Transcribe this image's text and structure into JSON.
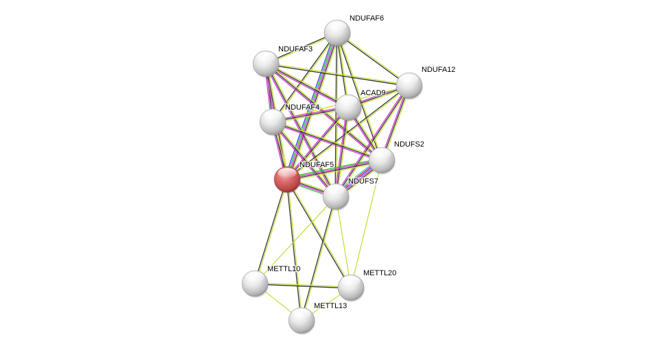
{
  "network": {
    "edge_colors": {
      "textmining": "#c7e03a",
      "coexpression": "#333333",
      "experiments": "#d62fd6",
      "databases": "#2fd6d6",
      "homology": "#3a3af0",
      "neighborhood": "#22c322",
      "fusion": "#e02020"
    },
    "node_color_default": "#e6e6e6",
    "node_color_query": "#d86f6f",
    "nodes": [
      {
        "id": "NDUFAF6",
        "label": "NDUFAF6",
        "query": false
      },
      {
        "id": "NDUFAF3",
        "label": "NDUFAF3",
        "query": false
      },
      {
        "id": "NDUFA12",
        "label": "NDUFA12",
        "query": false
      },
      {
        "id": "ACAD9",
        "label": "ACAD9",
        "query": false
      },
      {
        "id": "NDUFAF4",
        "label": "NDUFAF4",
        "query": false
      },
      {
        "id": "NDUFS2",
        "label": "NDUFS2",
        "query": false
      },
      {
        "id": "NDUFAF5",
        "label": "NDUFAF5",
        "query": true
      },
      {
        "id": "NDUFS7",
        "label": "NDUFS7",
        "query": false
      },
      {
        "id": "METTL10",
        "label": "METTL10",
        "query": false
      },
      {
        "id": "METTL20",
        "label": "METTL20",
        "query": false
      },
      {
        "id": "METTL13",
        "label": "METTL13",
        "query": false
      }
    ],
    "edges": [
      {
        "a": "NDUFAF6",
        "b": "NDUFAF3",
        "types": [
          "textmining",
          "coexpression"
        ]
      },
      {
        "a": "NDUFAF6",
        "b": "NDUFA12",
        "types": [
          "textmining",
          "coexpression"
        ]
      },
      {
        "a": "NDUFAF6",
        "b": "ACAD9",
        "types": [
          "textmining",
          "coexpression"
        ]
      },
      {
        "a": "NDUFAF6",
        "b": "NDUFAF4",
        "types": [
          "textmining",
          "coexpression"
        ]
      },
      {
        "a": "NDUFAF6",
        "b": "NDUFS2",
        "types": [
          "textmining",
          "coexpression"
        ]
      },
      {
        "a": "NDUFAF6",
        "b": "NDUFAF5",
        "types": [
          "textmining",
          "coexpression",
          "experiments",
          "neighborhood",
          "homology"
        ]
      },
      {
        "a": "NDUFAF6",
        "b": "NDUFS7",
        "types": [
          "textmining",
          "coexpression"
        ]
      },
      {
        "a": "NDUFAF3",
        "b": "NDUFA12",
        "types": [
          "textmining",
          "coexpression"
        ]
      },
      {
        "a": "NDUFAF3",
        "b": "ACAD9",
        "types": [
          "textmining",
          "coexpression",
          "experiments"
        ]
      },
      {
        "a": "NDUFAF3",
        "b": "NDUFAF4",
        "types": [
          "textmining",
          "coexpression",
          "experiments"
        ]
      },
      {
        "a": "NDUFAF3",
        "b": "NDUFS2",
        "types": [
          "textmining",
          "coexpression",
          "experiments"
        ]
      },
      {
        "a": "NDUFAF3",
        "b": "NDUFAF5",
        "types": [
          "textmining",
          "coexpression",
          "experiments"
        ]
      },
      {
        "a": "NDUFAF3",
        "b": "NDUFS7",
        "types": [
          "textmining",
          "coexpression",
          "experiments"
        ]
      },
      {
        "a": "NDUFA12",
        "b": "ACAD9",
        "types": [
          "textmining",
          "coexpression",
          "experiments"
        ]
      },
      {
        "a": "NDUFA12",
        "b": "NDUFAF4",
        "types": [
          "textmining"
        ]
      },
      {
        "a": "NDUFA12",
        "b": "NDUFS2",
        "types": [
          "textmining",
          "coexpression",
          "experiments"
        ]
      },
      {
        "a": "NDUFA12",
        "b": "NDUFAF5",
        "types": [
          "textmining",
          "coexpression"
        ]
      },
      {
        "a": "NDUFA12",
        "b": "NDUFS7",
        "types": [
          "textmining",
          "coexpression",
          "experiments"
        ]
      },
      {
        "a": "ACAD9",
        "b": "NDUFAF4",
        "types": [
          "textmining",
          "coexpression",
          "experiments"
        ]
      },
      {
        "a": "ACAD9",
        "b": "NDUFS2",
        "types": [
          "textmining",
          "coexpression",
          "experiments"
        ]
      },
      {
        "a": "ACAD9",
        "b": "NDUFAF5",
        "types": [
          "textmining",
          "coexpression",
          "experiments"
        ]
      },
      {
        "a": "ACAD9",
        "b": "NDUFS7",
        "types": [
          "textmining",
          "coexpression",
          "experiments"
        ]
      },
      {
        "a": "NDUFAF4",
        "b": "NDUFS2",
        "types": [
          "textmining",
          "coexpression",
          "experiments"
        ]
      },
      {
        "a": "NDUFAF4",
        "b": "NDUFAF5",
        "types": [
          "textmining",
          "coexpression",
          "experiments"
        ]
      },
      {
        "a": "NDUFAF4",
        "b": "NDUFS7",
        "types": [
          "textmining",
          "coexpression",
          "experiments"
        ]
      },
      {
        "a": "NDUFS2",
        "b": "NDUFAF5",
        "types": [
          "textmining",
          "coexpression",
          "experiments",
          "neighborhood"
        ]
      },
      {
        "a": "NDUFS2",
        "b": "NDUFS7",
        "types": [
          "textmining",
          "coexpression",
          "experiments",
          "homology",
          "fusion",
          "databases"
        ]
      },
      {
        "a": "NDUFS2",
        "b": "METTL20",
        "types": [
          "textmining"
        ]
      },
      {
        "a": "NDUFAF5",
        "b": "NDUFS7",
        "types": [
          "textmining",
          "coexpression",
          "experiments",
          "neighborhood"
        ]
      },
      {
        "a": "NDUFAF5",
        "b": "METTL10",
        "types": [
          "textmining",
          "coexpression"
        ]
      },
      {
        "a": "NDUFAF5",
        "b": "METTL20",
        "types": [
          "textmining",
          "coexpression"
        ]
      },
      {
        "a": "NDUFAF5",
        "b": "METTL13",
        "types": [
          "textmining",
          "coexpression"
        ]
      },
      {
        "a": "NDUFS7",
        "b": "METTL10",
        "types": [
          "textmining"
        ]
      },
      {
        "a": "NDUFS7",
        "b": "METTL20",
        "types": [
          "textmining"
        ]
      },
      {
        "a": "NDUFS7",
        "b": "METTL13",
        "types": [
          "textmining",
          "coexpression"
        ]
      },
      {
        "a": "METTL10",
        "b": "METTL20",
        "types": [
          "textmining",
          "coexpression"
        ]
      },
      {
        "a": "METTL10",
        "b": "METTL13",
        "types": [
          "textmining"
        ]
      },
      {
        "a": "METTL20",
        "b": "METTL13",
        "types": [
          "textmining"
        ]
      }
    ]
  }
}
